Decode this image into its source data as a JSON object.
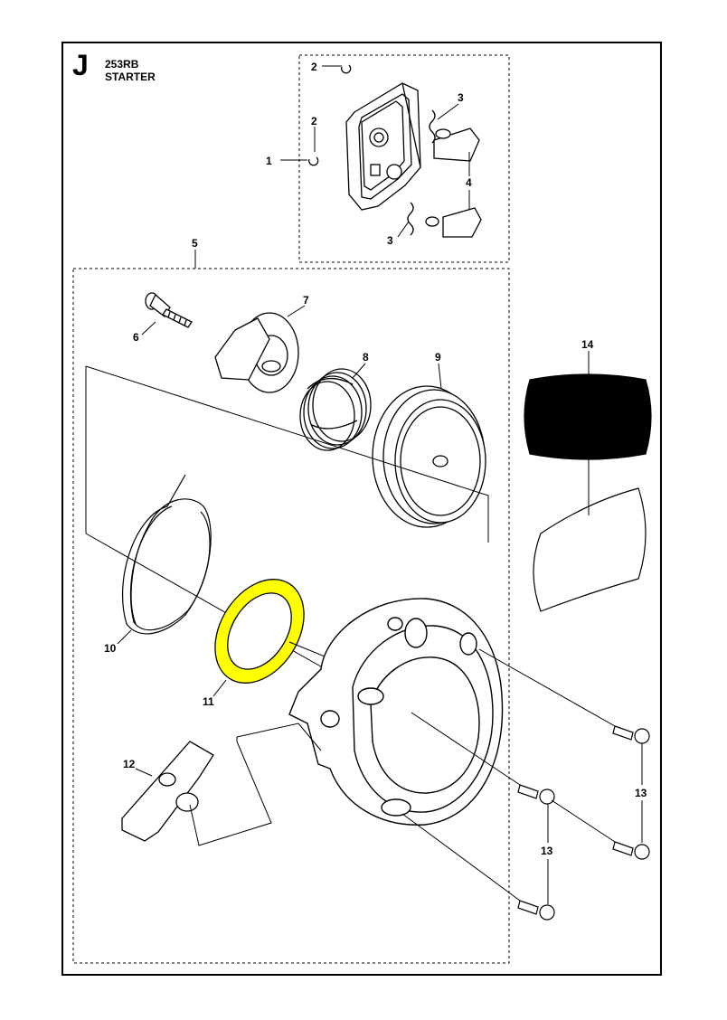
{
  "header": {
    "section": "J",
    "model": "253RB",
    "assembly": "STARTER"
  },
  "callouts": {
    "c1": "1",
    "c2a": "2",
    "c2b": "2",
    "c3a": "3",
    "c3b": "3",
    "c4": "4",
    "c5": "5",
    "c6": "6",
    "c7": "7",
    "c8": "8",
    "c9": "9",
    "c10": "10",
    "c11": "11",
    "c12": "12",
    "c13a": "13",
    "c13b": "13",
    "c14": "14"
  },
  "colors": {
    "highlight": "#ffff00",
    "line": "#000000"
  }
}
